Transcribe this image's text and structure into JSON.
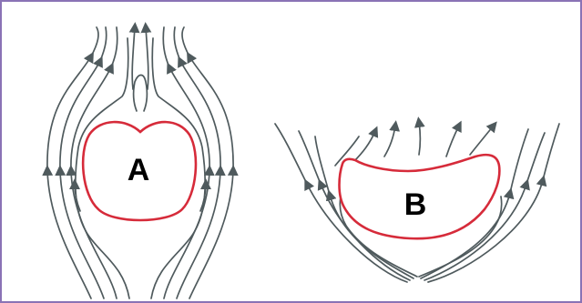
{
  "figure": {
    "cells": [
      {
        "id": "A",
        "label": "A"
      },
      {
        "id": "B",
        "label": "B"
      }
    ]
  },
  "colors": {
    "frame_border": "#8a73b5",
    "streamline": "#4f5a5d",
    "cell_outline": "#d62b3a",
    "cell_fill": "#ffffff",
    "label": "#000000"
  }
}
